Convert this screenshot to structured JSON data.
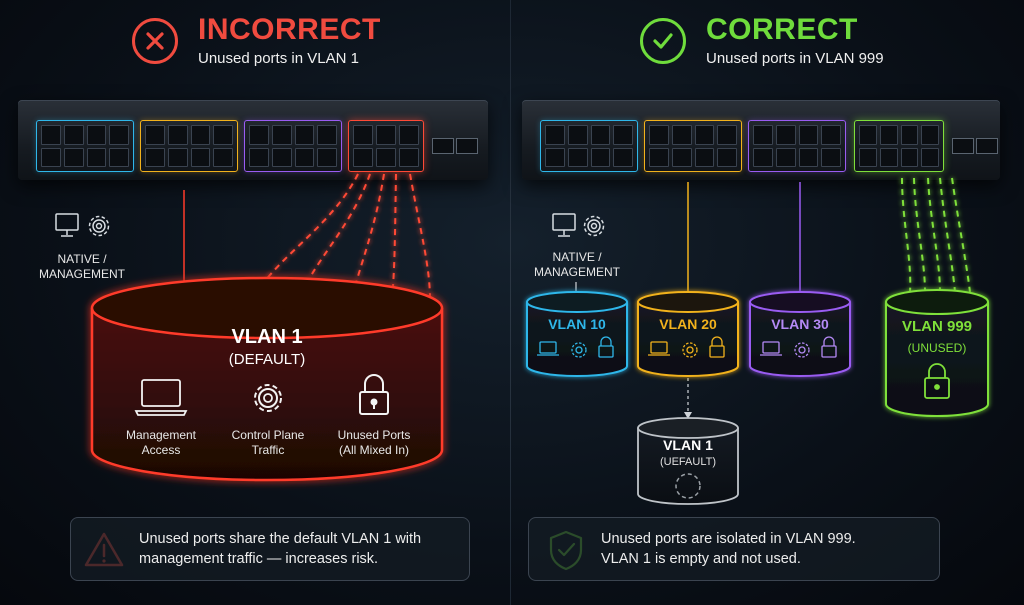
{
  "left": {
    "heading": {
      "title": "INCORRECT",
      "subtitle": "Unused ports in VLAN 1",
      "icon": "x-circle-icon",
      "color": "#f04b3f"
    },
    "native_label": "NATIVE /\nMANAGEMENT",
    "vlan": {
      "name": "VLAN 1",
      "tag": "(DEFAULT)",
      "color": "#ff3b2a"
    },
    "items": [
      {
        "icon": "laptop-icon",
        "label": "Management\nAccess"
      },
      {
        "icon": "gear-icon",
        "label": "Control Plane\nTraffic"
      },
      {
        "icon": "lock-icon",
        "label": "Unused Ports\n(All Mixed In)"
      }
    ],
    "callout": {
      "icon": "warning-icon",
      "text": "Unused ports share the default VLAN 1 with\nmanagement traffic — increases risk."
    }
  },
  "right": {
    "heading": {
      "title": "CORRECT",
      "subtitle": "Unused ports in VLAN 999",
      "icon": "check-circle-icon",
      "color": "#6fdc3c"
    },
    "native_label": "NATIVE /\nMANAGEMENT",
    "vlans": [
      {
        "name": "VLAN 10",
        "color": "#2fb7ea"
      },
      {
        "name": "VLAN 20",
        "color": "#f2b21c"
      },
      {
        "name": "VLAN 30",
        "color": "#9a5cf2"
      }
    ],
    "vlan999": {
      "name": "VLAN 999",
      "tag": "(UNUSED)",
      "color": "#7fe03a"
    },
    "vlan1": {
      "name": "VLAN 1",
      "tag": "(UEFAULT)",
      "color": "#bfc4c9"
    },
    "callout": {
      "icon": "shield-check-icon",
      "text": "Unused ports are isolated in VLAN 999.\nVLAN 1 is empty and not used."
    }
  },
  "port_colors": {
    "cyan": "#2fb7ea",
    "yellow": "#f2b21c",
    "purple": "#9a5cf2",
    "red": "#ff4a36",
    "green": "#7fe03a"
  }
}
